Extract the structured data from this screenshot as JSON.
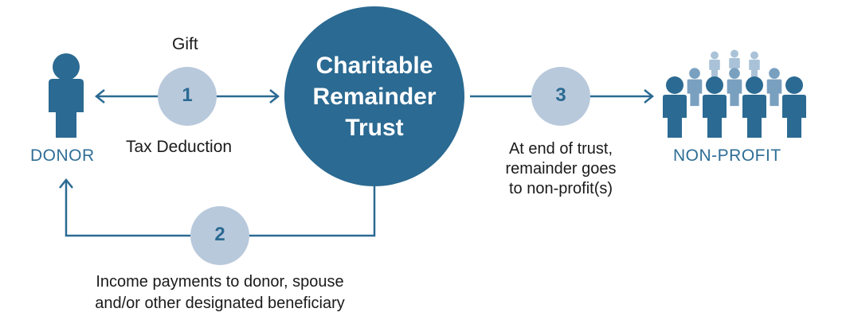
{
  "trust": {
    "line1": "Charitable",
    "line2": "Remainder",
    "line3": "Trust"
  },
  "donor": {
    "label": "DONOR"
  },
  "nonprofit": {
    "label": "NON-PROFIT"
  },
  "steps": [
    {
      "number": "1"
    },
    {
      "number": "2"
    },
    {
      "number": "3"
    }
  ],
  "labels": {
    "gift": "Gift",
    "tax_deduction": "Tax Deduction",
    "income_line1": "Income payments to donor, spouse",
    "income_line2": "and/or other designated beneficiary",
    "end_line1": "At end of trust,",
    "end_line2": "remainder goes",
    "end_line3": "to non-profit(s)"
  },
  "colors": {
    "dark_blue": "#2b6a92",
    "light_blue": "#b9c9dc",
    "mid_blue": "#7aa0c0",
    "pale_blue": "#a9c2d8",
    "text": "#1a1a1a"
  },
  "icons": {
    "donor": "person-icon",
    "nonprofit": "group-of-people-icon"
  }
}
